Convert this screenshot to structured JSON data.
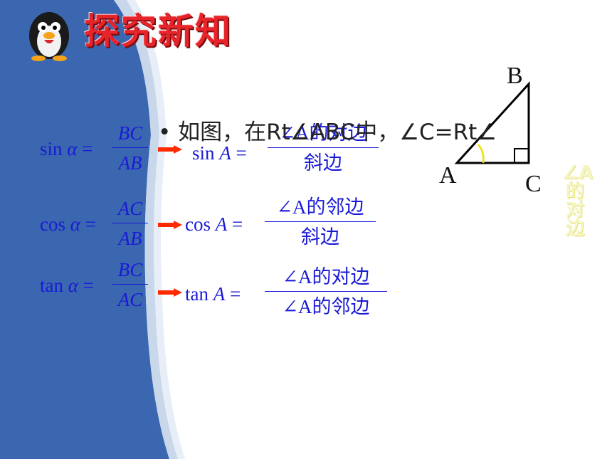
{
  "title": "探究新知",
  "bullet": "• 如图，在Rt∠ABC中，∠C=Rt∠",
  "triangle": {
    "vertex_a": "A",
    "vertex_b": "B",
    "vertex_c": "C"
  },
  "side_note": "∠A的对边",
  "formulas": {
    "sin": {
      "func": "sin",
      "var": "α",
      "num": "BC",
      "den": "AB",
      "rfunc": "sin",
      "rvar": "A",
      "rnum": "∠A的对边",
      "rden": "斜边"
    },
    "cos": {
      "func": "cos",
      "var": "α",
      "num": "AC",
      "den": "AB",
      "rfunc": "cos",
      "rvar": "A",
      "rnum": "∠A的邻边",
      "rden": "斜边"
    },
    "tan": {
      "func": "tan",
      "var": "α",
      "num": "BC",
      "den": "AC",
      "rfunc": "tan",
      "rvar": "A",
      "rnum": "∠A的对边",
      "rden": "∠A的邻边"
    }
  },
  "colors": {
    "formula": "#1a1ad6",
    "title": "#e8242b",
    "panel": "#3a67b0",
    "arrow": "#ff2a00"
  }
}
